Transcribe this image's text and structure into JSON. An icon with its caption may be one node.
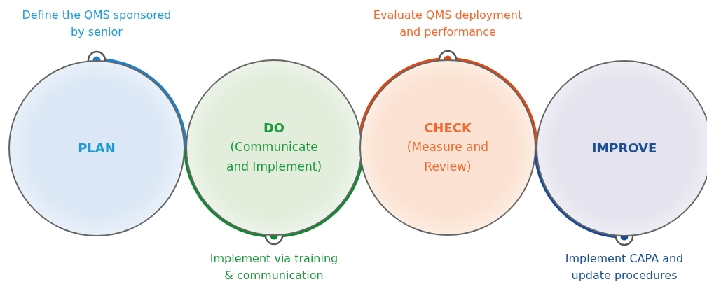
{
  "diagram": {
    "nodes": [
      {
        "text": [
          "PLAN"
        ],
        "beside": [
          "Define the QMS sponsored by senior"
        ]
      },
      {
        "text": [
          "DO",
          "(Communicate and Implement)"
        ],
        "beside": [
          "Implement via training & communication"
        ]
      },
      {
        "text": [
          "CHECK",
          "(Measure and Review)"
        ],
        "beside": [
          "Evaluate QMS deployment and performance"
        ]
      },
      {
        "text": [
          "IMPROVE"
        ],
        "beside": [
          "Implement CAPA and update procedures"
        ]
      }
    ]
  }
}
